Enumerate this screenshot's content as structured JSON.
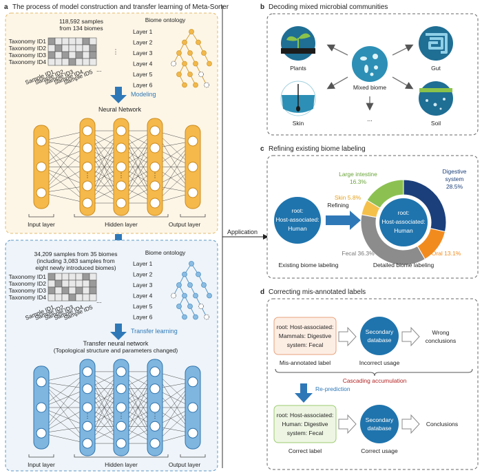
{
  "panel_a": {
    "letter": "a",
    "title": "The process of model construction and transfer learning of Meta-Sorter",
    "top": {
      "samples_line1": "118,592 samples",
      "samples_line2": "from 134 biomes",
      "ontology_title": "Biome ontology",
      "taxonomy_rows": [
        "Taxonomy ID1",
        "Taxonomy ID2",
        "Taxonomy ID3",
        "Taxonomy ID4"
      ],
      "sample_cols": [
        "Sample ID1",
        "Sample ID2",
        "Sample ID3",
        "Sample ID4",
        "Sample ID5"
      ],
      "layers": [
        "Layer 1",
        "Layer 2",
        "Layer 3",
        "Layer 4",
        "Layer 5",
        "Layer 6"
      ],
      "arrow_label": "Modeling",
      "network_title": "Neural Network",
      "input_layer": "Input layer",
      "hidden_layer": "Hidden layer",
      "output_layer": "Output layer"
    },
    "bottom": {
      "samples_line1": "34,209 samples from 35 biomes",
      "samples_line2": "(including 3,083 samples from",
      "samples_line3": "eight newly introduced biomes)",
      "ontology_title": "Biome ontology",
      "taxonomy_rows": [
        "Taxonomy ID1",
        "Taxonomy ID2",
        "Taxonomy ID3",
        "Taxonomy ID4"
      ],
      "sample_cols": [
        "Sample ID1",
        "Sample ID2",
        "Sample ID3",
        "Sample ID4",
        "Sample ID5"
      ],
      "layers": [
        "Layer 1",
        "Layer 2",
        "Layer 3",
        "Layer 4",
        "Layer 5",
        "Layer 6"
      ],
      "arrow_label": "Transfer learning",
      "network_title1": "Transfer neural network",
      "network_title2": "(Topological structure and parameters changed)",
      "input_layer": "Input layer",
      "hidden_layer": "Hidden layer",
      "output_layer": "Output layer"
    },
    "ellipsis": "...",
    "vdots": "⋮"
  },
  "application": "Application",
  "panel_b": {
    "letter": "b",
    "title": "Decoding mixed microbial communities",
    "center": "Mixed biome",
    "plants": "Plants",
    "gut": "Gut",
    "skin": "Skin",
    "soil": "Soil",
    "more": "..."
  },
  "panel_c": {
    "letter": "c",
    "title": "Refining existing biome labeling",
    "existing_node": [
      "root:",
      "Host-associated:",
      "Human"
    ],
    "refining": "Refining",
    "center_node": [
      "root:",
      "Host-associated:",
      "Human"
    ],
    "existing_caption": "Existing biome labeling",
    "detailed_caption": "Detailed biome labeling",
    "slices": [
      {
        "name": "Digestive system",
        "value": 28.5,
        "color": "#1b3f7a",
        "label1": "Digestive",
        "label2": "system",
        "label3": "28.5%"
      },
      {
        "name": "Oral",
        "value": 13.1,
        "color": "#f28b1e",
        "label1": "Oral 13.1%"
      },
      {
        "name": "Fecal",
        "value": 36.3,
        "color": "#8c8c8c",
        "label1": "Fecal 36.3%"
      },
      {
        "name": "Skin",
        "value": 5.8,
        "color": "#f5c04a",
        "label1": "Skin 5.8%"
      },
      {
        "name": "Large intestine",
        "value": 16.3,
        "color": "#8cc152",
        "label1": "Large intestine",
        "label2": "16.3%"
      }
    ]
  },
  "panel_d": {
    "letter": "d",
    "title": "Correcting mis-annotated labels",
    "wrong_label": [
      "root: Host-associated:",
      "Mammals: Digestive",
      "system: Fecal"
    ],
    "mis_caption": "Mis-annotated label",
    "db1": [
      "Secondary",
      "database"
    ],
    "incorrect_usage": "Incorrect usage",
    "wrong_conclusions": [
      "Wrong",
      "conclusions"
    ],
    "cascading": "Cascading accumulation",
    "reprediction": "Re-prediction",
    "correct_label": [
      "root: Host-associated:",
      "Human: Digestive",
      "system: Fecal"
    ],
    "correct_caption": "Correct label",
    "db2": [
      "Secondary",
      "database"
    ],
    "correct_usage": "Correct usage",
    "conclusions": "Conclusions"
  }
}
